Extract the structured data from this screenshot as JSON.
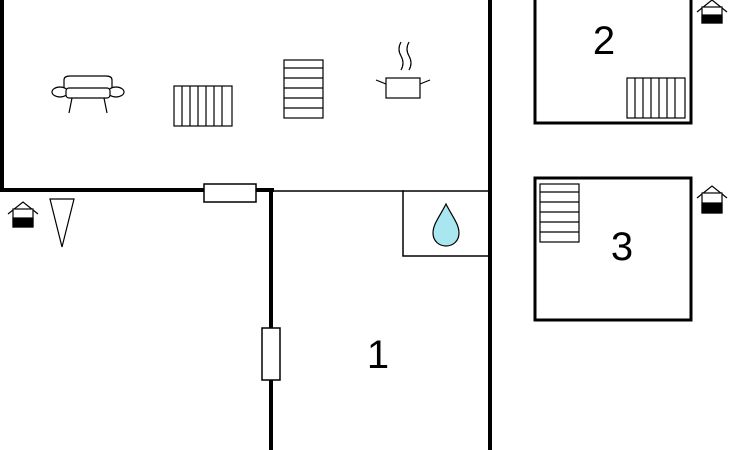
{
  "rooms": {
    "room_1": {
      "label": "1"
    },
    "room_2": {
      "label": "2"
    },
    "room_3": {
      "label": "3"
    }
  },
  "icons": {
    "sofa": "sofa-icon",
    "radiator": "radiator-icon",
    "bed": "bed-icon",
    "cooking_pot": "cooking-pot-icon",
    "water_drop": "water-drop-icon",
    "house_entrance": "house-entrance-icon",
    "triangle_marker": "triangle-marker-icon"
  },
  "colors": {
    "line": "#000000",
    "water": "#a8e6f0",
    "background": "#ffffff"
  }
}
